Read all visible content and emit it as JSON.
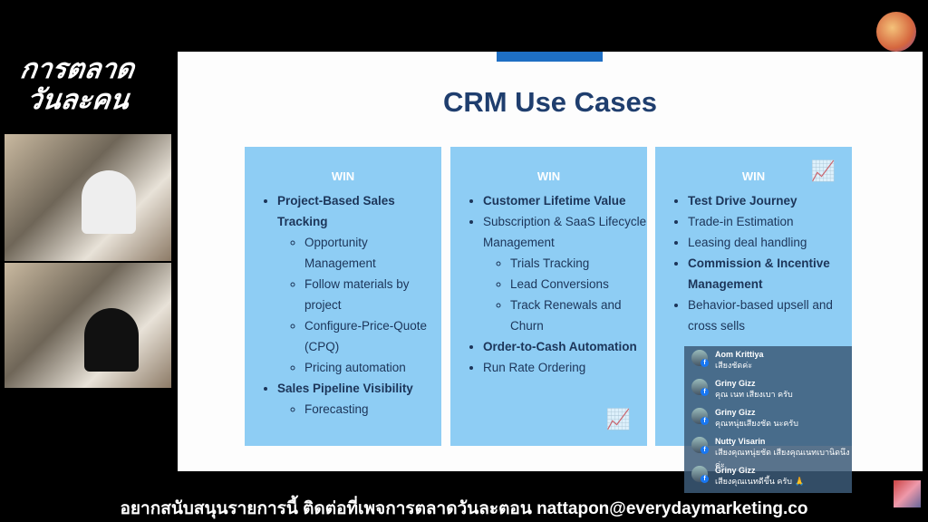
{
  "show_logo": {
    "line1": "การตลาด",
    "line2": "วันละคน"
  },
  "slide": {
    "title": "CRM Use Cases",
    "cards": [
      {
        "header": "WIN",
        "items": [
          {
            "label": "Project-Based Sales Tracking",
            "bold": true,
            "sub": [
              "Opportunity Management",
              "Follow materials by project",
              "Configure-Price-Quote (CPQ)",
              "Pricing automation"
            ]
          },
          {
            "label": "Sales Pipeline Visibility",
            "bold": true,
            "sub": [
              "Forecasting"
            ]
          }
        ]
      },
      {
        "header": "WIN",
        "items": [
          {
            "label": "Customer Lifetime Value",
            "bold": true,
            "sub": []
          },
          {
            "label": "Subscription & SaaS Lifecycle Management",
            "bold": false,
            "sub": [
              "Trials Tracking",
              "Lead Conversions",
              "Track Renewals and Churn"
            ]
          },
          {
            "label": "Order-to-Cash Automation",
            "bold": true,
            "sub": []
          },
          {
            "label": "Run Rate Ordering",
            "bold": false,
            "sub": []
          }
        ]
      },
      {
        "header": "WIN",
        "items": [
          {
            "label": "Test Drive Journey",
            "bold": true,
            "sub": []
          },
          {
            "label": "Trade-in Estimation",
            "bold": false,
            "sub": []
          },
          {
            "label": "Leasing deal handling",
            "bold": false,
            "sub": []
          },
          {
            "label": "Commission & Incentive Management",
            "bold": true,
            "sub": []
          },
          {
            "label": "Behavior-based upsell and cross sells",
            "bold": false,
            "sub": []
          }
        ]
      }
    ]
  },
  "chat": [
    {
      "name": "Aom Krittiya",
      "text": "เสียงชัดค่ะ"
    },
    {
      "name": "Griny Gizz",
      "text": "คุณ เนท เสียงเบา ครับ"
    },
    {
      "name": "Griny Gizz",
      "text": "คุณหนุ่ยเสียงชัด นะครับ"
    },
    {
      "name": "Nutty Visarin",
      "text": "เสียงคุณหนุ่ยชัด เสียงคุณเนทเบานิดนึงค่ะ"
    },
    {
      "name": "Griny Gizz",
      "text": "เสียงคุณเนทดีขึ้น ครับ 🙏"
    }
  ],
  "footer": "อยากสนับสนุนรายการนี้ ติดต่อที่เพจการตลาดวันละตอน nattapon@everydaymarketing.co"
}
